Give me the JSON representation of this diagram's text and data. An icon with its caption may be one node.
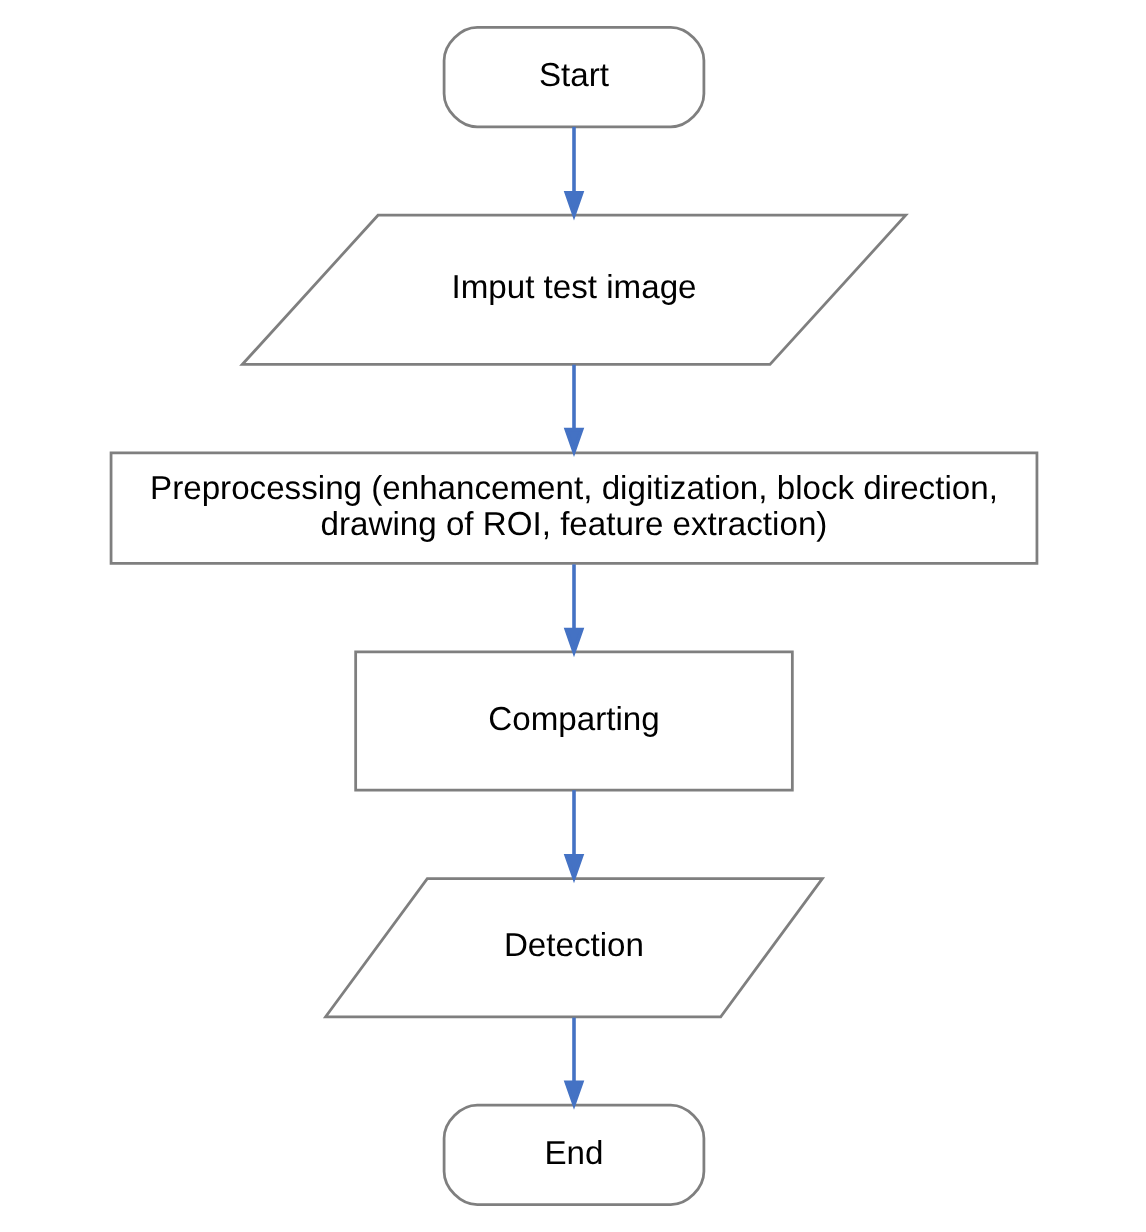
{
  "diagram": {
    "nodes": [
      {
        "text": [
          "Start"
        ]
      },
      {
        "text": [
          "Imput test image"
        ]
      },
      {
        "text": [
          "Preprocessing (enhancement, digitization, block direction, drawing of ROI, feature extraction)"
        ]
      },
      {
        "text": [
          "Comparting"
        ]
      },
      {
        "text": [
          "Detection"
        ]
      },
      {
        "text": [
          "End"
        ]
      }
    ],
    "edges": [
      {
        "from": 0,
        "to": 1,
        "arrow": "to"
      },
      {
        "from": 1,
        "to": 2,
        "arrow": "to"
      },
      {
        "from": 2,
        "to": 3,
        "arrow": "to"
      },
      {
        "from": 3,
        "to": 4,
        "arrow": "to"
      },
      {
        "from": 4,
        "to": 5,
        "arrow": "to"
      }
    ]
  }
}
